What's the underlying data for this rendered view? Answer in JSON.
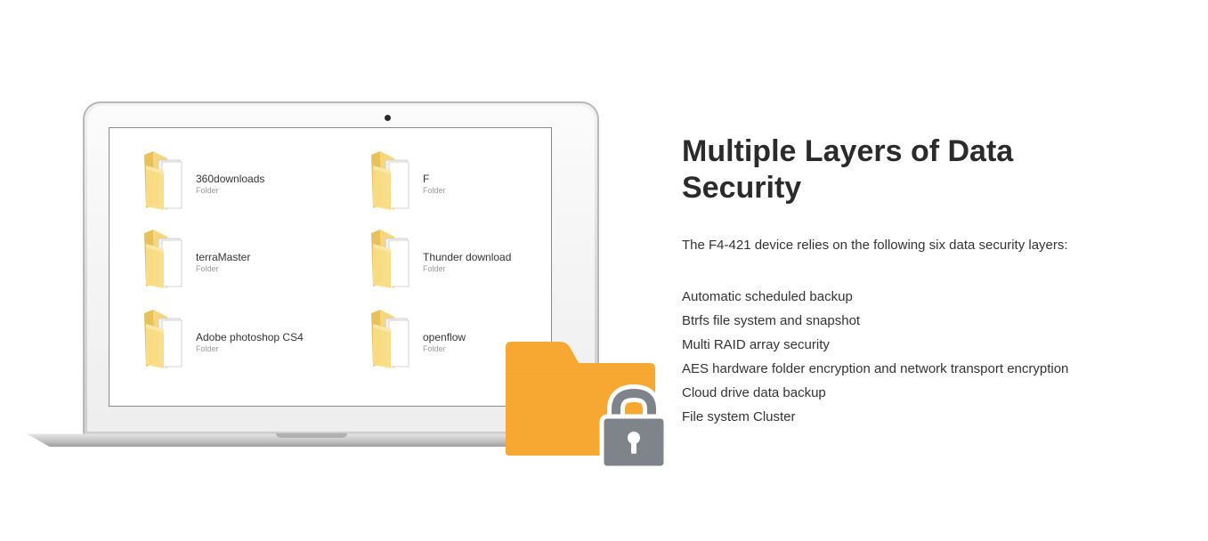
{
  "heading": {
    "title_line1": "Multiple Layers of Data",
    "title_line2": "Security"
  },
  "intro": "The F4-421 device relies on the following six data security layers:",
  "features": [
    "Automatic scheduled backup",
    "Btrfs file system and snapshot",
    "Multi RAID array security",
    "AES hardware folder encryption and network transport encryption",
    "Cloud drive data backup",
    "File system Cluster"
  ],
  "folders": [
    {
      "name": "360downloads",
      "type": "Folder"
    },
    {
      "name": "F",
      "type": "Folder"
    },
    {
      "name": "terraMaster",
      "type": "Folder"
    },
    {
      "name": "Thunder download",
      "type": "Folder"
    },
    {
      "name": "Adobe photoshop CS4",
      "type": "Folder"
    },
    {
      "name": "openflow",
      "type": "Folder"
    }
  ],
  "colors": {
    "folder_yellow": "#f7d77a",
    "lock_folder_orange": "#f6a833",
    "padlock_gray": "#7f848a",
    "heading_text": "#2b2b2b"
  },
  "icons": {
    "folder": "folder-icon",
    "lock": "padlock-icon",
    "camera": "webcam-dot"
  }
}
